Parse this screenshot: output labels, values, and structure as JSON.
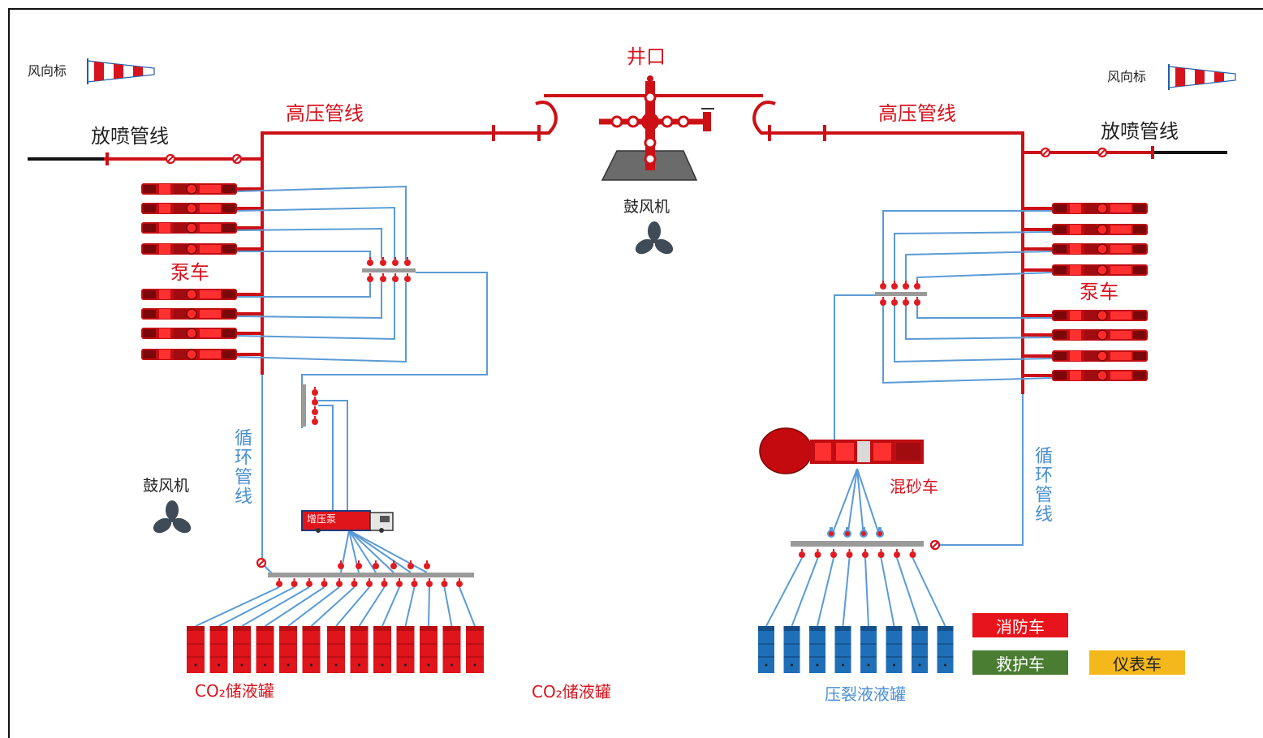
{
  "labels": {
    "wellhead": "井口",
    "high_pressure_left": "高压管线",
    "high_pressure_right": "高压管线",
    "blowout_left": "放喷管线",
    "blowout_right": "放喷管线",
    "windsock_left": "风向标",
    "windsock_right": "风向标",
    "blower_top": "鼓风机",
    "blower_left": "鼓风机",
    "pump_truck_left": "泵车",
    "pump_truck_right": "泵车",
    "circulation_left": "循环管线",
    "circulation_right": "循环管线",
    "sand_mixer": "混砂车",
    "co2_tank_left": "CO₂储液罐",
    "co2_tank_mid": "CO₂储液罐",
    "frac_tank": "压裂液液罐",
    "booster_truck": "增压泵"
  },
  "legend": [
    {
      "label": "消防车",
      "color": "#e8141b"
    },
    {
      "label": "救护车",
      "color": "#4a7d32"
    },
    {
      "label": "仪表车",
      "color": "#f4b81c"
    }
  ],
  "colors": {
    "high_pressure": "#cc1016",
    "circulation": "#5b9bd5",
    "co2_tank": "#e0141b",
    "frac_tank": "#1f6fb8",
    "blower": "#3f4b57"
  },
  "counts": {
    "pump_trucks_per_side": 8,
    "co2_tanks": 13,
    "frac_tanks": 8
  }
}
